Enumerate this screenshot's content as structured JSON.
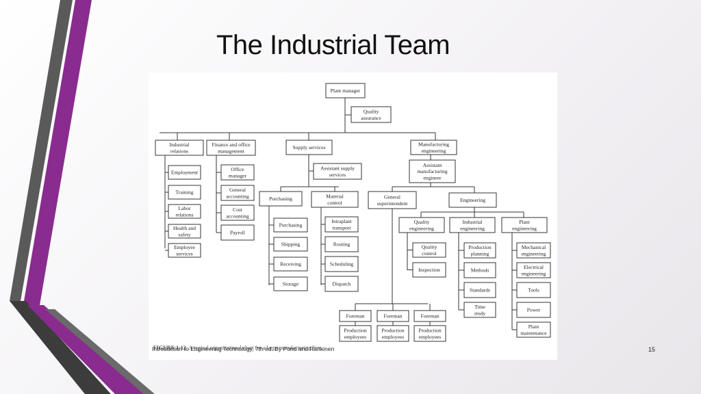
{
  "slide": {
    "title": "The Industrial Team",
    "footer": "Introduction to Engineering Technology, 7th ed. By Pond and Rankinen",
    "slide_number": "15",
    "figure_label": "FIGURE 1-12",
    "figure_caption": "A typical organizational chart for a large manufacturing firm."
  },
  "colors": {
    "accent_purple": "#8a2b8f",
    "accent_gray": "#555555",
    "dark_stripe": "#3c3c3c"
  },
  "org": {
    "plant_manager": "Plant manager",
    "quality_assurance": [
      "Quality",
      "assurance"
    ],
    "industrial_relations": {
      "head": [
        "Industrial",
        "relations"
      ],
      "items": [
        [
          "Employment"
        ],
        [
          "Training"
        ],
        [
          "Labor",
          "relations"
        ],
        [
          "Health and",
          "safety"
        ],
        [
          "Employee",
          "services"
        ]
      ]
    },
    "finance": {
      "head": [
        "Finance and office",
        "management"
      ],
      "items": [
        [
          "Office",
          "manager"
        ],
        [
          "General",
          "accounting"
        ],
        [
          "Cost",
          "accounting"
        ],
        [
          "Payroll"
        ]
      ]
    },
    "supply": {
      "head": [
        "Supply services"
      ],
      "assistant": [
        "Assistant supply",
        "services"
      ],
      "purchasing": {
        "head": [
          "Purchasing"
        ],
        "items": [
          [
            "Purchasing"
          ],
          [
            "Shipping"
          ],
          [
            "Receiving"
          ],
          [
            "Storage"
          ]
        ]
      },
      "material": {
        "head": [
          "Material",
          "control"
        ],
        "items": [
          [
            "Intraplant",
            "transport"
          ],
          [
            "Routing"
          ],
          [
            "Scheduling"
          ],
          [
            "Dispatch"
          ]
        ]
      }
    },
    "manufacturing": {
      "head": [
        "Manufacturing",
        "engineering"
      ],
      "assistant": [
        "Assistant",
        "manufacturing",
        "engineer"
      ],
      "superintendent": {
        "head": [
          "General",
          "superintendent"
        ],
        "foremen": [
          [
            "Foreman"
          ],
          [
            "Foreman"
          ],
          [
            "Foreman"
          ]
        ],
        "employees": [
          [
            "Production",
            "employees"
          ],
          [
            "Production",
            "employees"
          ],
          [
            "Production",
            "employees"
          ]
        ]
      },
      "engineering": {
        "head": [
          "Engineering"
        ],
        "quality": {
          "head": [
            "Quality",
            "engineering"
          ],
          "items": [
            [
              "Quality",
              "control"
            ],
            [
              "Inspection"
            ]
          ]
        },
        "industrial": {
          "head": [
            "Industrial",
            "engineering"
          ],
          "items": [
            [
              "Production",
              "planning"
            ],
            [
              "Methods"
            ],
            [
              "Standards"
            ],
            [
              "Time",
              "study"
            ]
          ]
        },
        "plant": {
          "head": [
            "Plant",
            "engineering"
          ],
          "items": [
            [
              "Mechanical",
              "engineering"
            ],
            [
              "Electrical",
              "engineering"
            ],
            [
              "Tools"
            ],
            [
              "Power"
            ],
            [
              "Plant",
              "maintenance"
            ]
          ]
        }
      }
    }
  }
}
